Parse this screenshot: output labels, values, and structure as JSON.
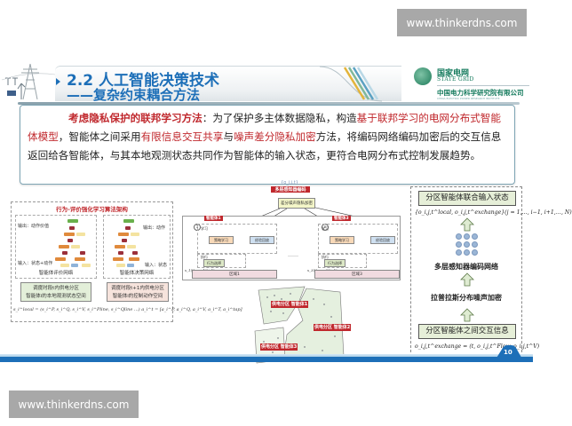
{
  "watermarks": {
    "top": "www.thinkerdns.com",
    "bottom": "www.thinkerdns.com"
  },
  "header": {
    "title_main": "2.2 人工智能决策技术",
    "title_sub": "——复杂约束耦合方法",
    "logo": {
      "name_cn": "国家电网",
      "name_en": "STATE GRID",
      "institute_cn": "中国电力科学研究院有限公司",
      "institute_en": "CHINA ELECTRIC POWER RESEARCH INSTITUTE"
    },
    "colors": {
      "title": "#1d6fb8",
      "logo": "#137a5c"
    }
  },
  "summary": {
    "lead": "考虑隐私保护的联邦学习方法",
    "part1": "：为了保护多主体数据隐私，构造",
    "hl1": "基于联邦学习的电网分布式智能体模型",
    "part2": "，智能体之间采用",
    "hl2": "有限信息交互共享",
    "part3": "与",
    "hl3": "噪声差分隐私加密",
    "part4": "方法，将编码网络编码加密后的交互信息返回给各智能体，与其本地观测状态共同作为智能体的输入状态，更符合电网分布式控制发展趋势。",
    "highlight_color": "#c0282d"
  },
  "fig_left": {
    "title": "行为-评价强化学习算法架构",
    "critic": {
      "output_label": "输出：动作价值",
      "input_label": "输入：状态+动作",
      "caption": "智能体评价网络",
      "box": [
        "调度时段t内供电分区",
        "智能体i的本地观测状态空间"
      ]
    },
    "actor": {
      "output_label": "输出：动作",
      "input_label": "输入：状态",
      "caption": "智能体决策网络",
      "box": [
        "调度时段t+1内供电分区",
        "智能体i的控制动作空间"
      ]
    },
    "formula": "s_i^local = (s_i^P, s_i^Q, s_i^V, s_i^Pline, s_i^Qline ...)   a_i^t = [a_i^P, a_i^Q, a_i^V, a_i^T, a_i^tap]"
  },
  "fig_mid": {
    "top_label": "{o_i,j,t}",
    "top_red": "多层感知器编码",
    "noise_box": "差分噪声隐私加密",
    "agents": [
      {
        "label": "智能体1",
        "no": "1",
        "learn": "学习",
        "strategy": "策略学习",
        "encode": "经验回放",
        "exec": "执行",
        "action": "行为选择",
        "area": "区域1",
        "s_label": "s_1(t)",
        "a_label": "a_1(t+1)"
      },
      {
        "label": "智能体3",
        "no": "n",
        "learn": "学习",
        "strategy": "策略学习",
        "encode": "经验回放",
        "exec": "执行",
        "action": "行为选择",
        "area": "区域3",
        "s_label": "s_3(t)",
        "a_label": "a_3(t+1)"
      }
    ],
    "ellipsis": "……",
    "map_labels": [
      "供电分区 智能体1",
      "供电分区 智能体2",
      "供电分区 智能体3"
    ]
  },
  "fig_right": {
    "top_box": "分区智能体联合输入状态",
    "top_math": "{o_i,j,t^local, o_i,j,t^exchange}(j = 1,…, i−1, i+1,…, N)",
    "encoder_label": "多层感知器编码网络",
    "noise_label": "拉普拉斯分布噪声加密",
    "bottom_box": "分区智能体之间交互信息",
    "bottom_math": "o_i,j,t^exchange = (t, o_i,j,t^Flow, o_i,j,t^V)"
  },
  "footer": {
    "page_number": "10",
    "band_color": "#1d6fb8"
  }
}
